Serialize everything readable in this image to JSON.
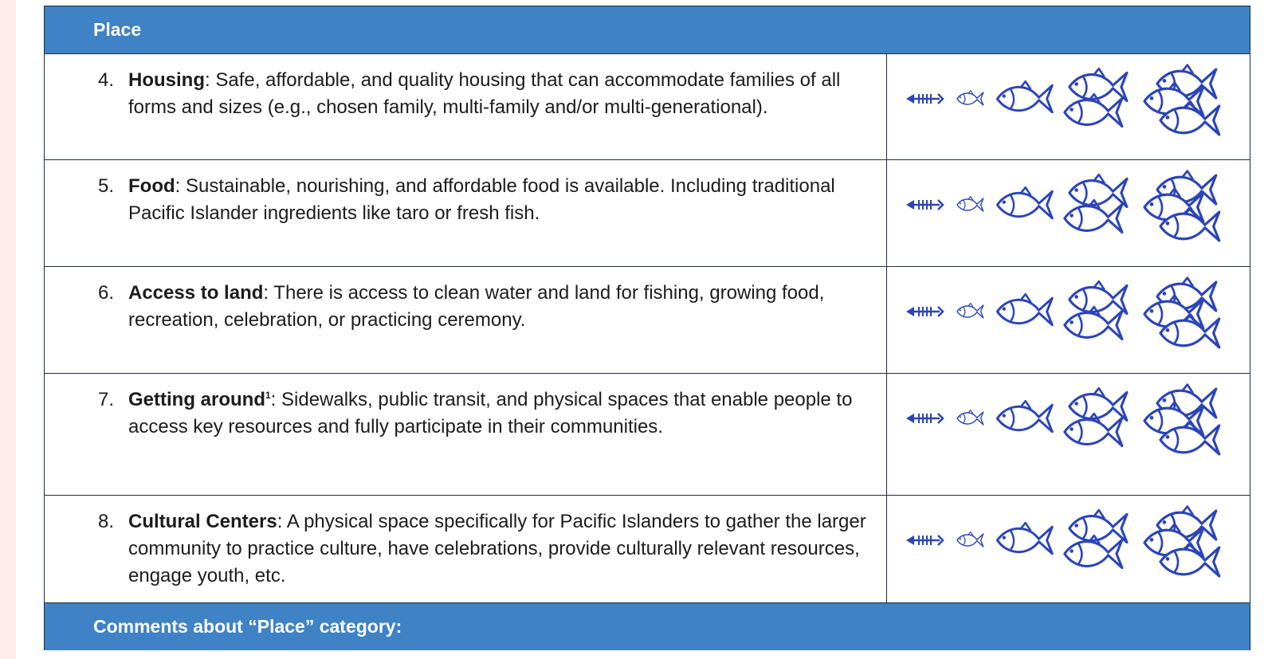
{
  "header": {
    "title": "Place"
  },
  "rows": [
    {
      "number": "4.",
      "term": "Housing",
      "text": ": Safe, affordable, and quality housing that can accommodate families of all forms and sizes (e.g., chosen family, multi-family and/or multi-generational)."
    },
    {
      "number": "5.",
      "term": "Food",
      "text": ": Sustainable, nourishing, and affordable food is available. Including traditional Pacific Islander ingredients like taro or fresh fish."
    },
    {
      "number": "6.",
      "term": "Access to land",
      "text": ": There is access to clean water and land for fishing, growing food, recreation, celebration, or practicing ceremony."
    },
    {
      "number": "7.",
      "term": "Getting around",
      "footnote": "1",
      "text": ": Sidewalks, public transit, and physical spaces that enable people to access key resources and fully participate in their communities."
    },
    {
      "number": "8.",
      "term": "Cultural Centers",
      "text": ": A physical space specifically for Pacific Islanders to gather the larger community to practice culture, have celebrations, provide culturally relevant resources, engage youth, etc."
    }
  ],
  "scale_icons": [
    "fish-skeleton-icon",
    "small-fish-icon",
    "fish-icon",
    "two-fish-icon",
    "three-fish-icon"
  ],
  "footer": {
    "label": "Comments about “Place” category:"
  },
  "colors": {
    "band": "#3f82c5",
    "fish": "#2b44b8",
    "page_margin": "#fdecea"
  }
}
